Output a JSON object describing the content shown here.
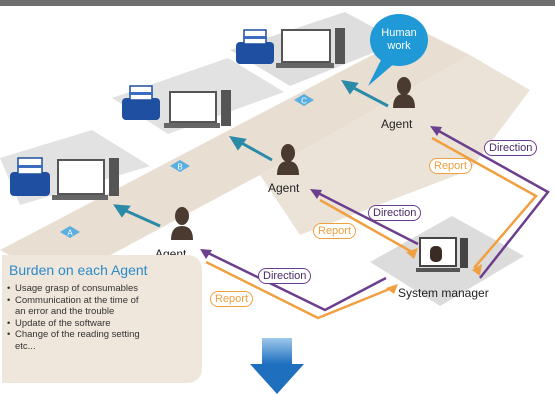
{
  "bubble": {
    "line1": "Human",
    "line2": "work"
  },
  "agents": [
    {
      "id": "C",
      "label": "Agent"
    },
    {
      "id": "B",
      "label": "Agent"
    },
    {
      "id": "A",
      "label": "Agent"
    }
  ],
  "station_badges": [
    "C",
    "B",
    "A"
  ],
  "system_manager": {
    "label": "System manager"
  },
  "flows": {
    "direction_label": "Direction",
    "report_label": "Report"
  },
  "burden": {
    "title": "Burden on each Agent",
    "items": [
      {
        "text": "Usage grasp of consumables",
        "bullet": true
      },
      {
        "text": "Communication at the time of",
        "bullet": true
      },
      {
        "text": "an error and the trouble",
        "bullet": false
      },
      {
        "text": "Update of the software",
        "bullet": true
      },
      {
        "text": "Change of the reading setting",
        "bullet": true
      },
      {
        "text": "etc...",
        "bullet": false
      }
    ]
  },
  "colors": {
    "direction": "#6b3e8e",
    "report": "#f0a040",
    "accent_blue": "#1f9ad6",
    "floor_tan": "#e9ded2",
    "panel_gray": "#dcdcdc",
    "scanner_blue": "#1e4fa0",
    "arrow_blue": "#2f7fc7"
  }
}
